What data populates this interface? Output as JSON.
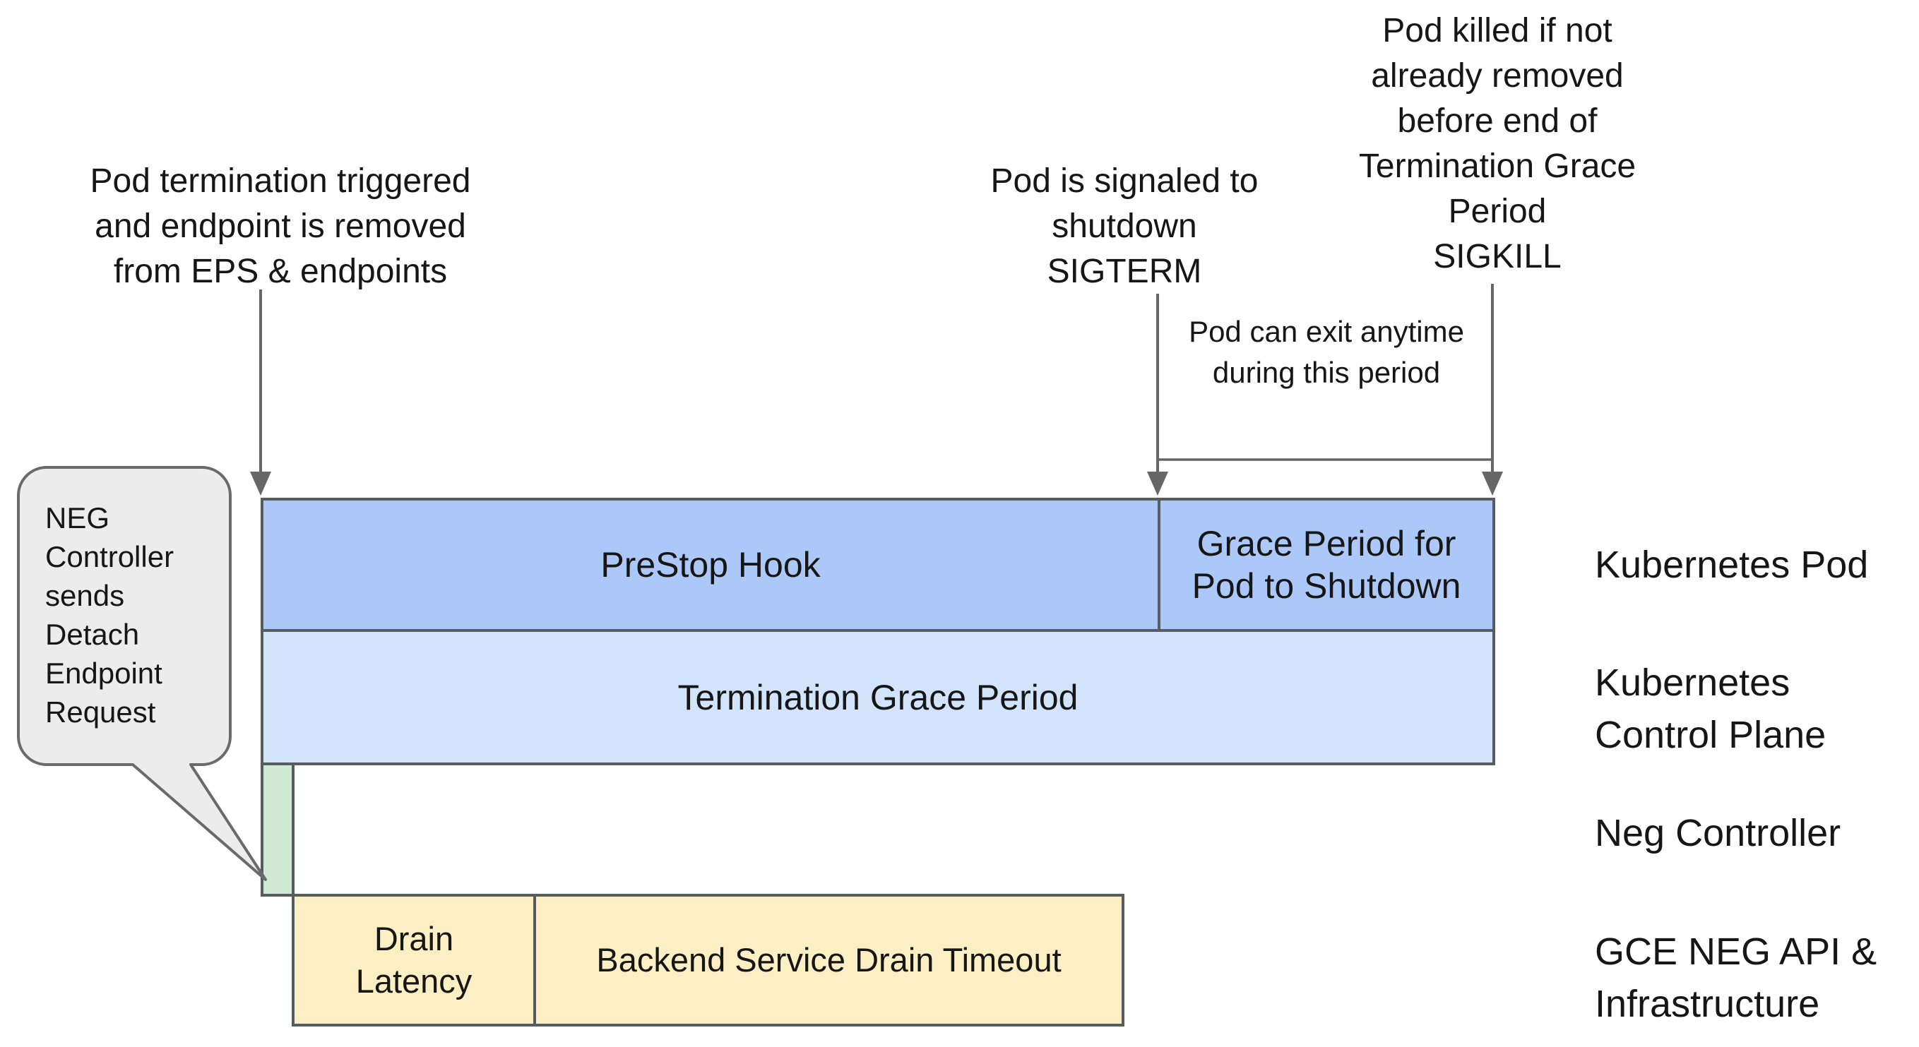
{
  "colors": {
    "bar_border": "#575c61",
    "arrow": "#666666",
    "blue_dark": "#abc8f8",
    "blue_light": "#d2e3fc",
    "green": "#cfe9d4",
    "yellow": "#fbefc3",
    "bubble_fill": "#ececec",
    "bubble_border": "#6a6a6a",
    "text": "#161616"
  },
  "annotations": {
    "pod_termination": "Pod termination triggered\nand endpoint is removed\nfrom EPS & endpoints",
    "pod_signaled": "Pod is signaled to\nshutdown\nSIGTERM",
    "pod_killed": "Pod killed if not\nalready removed\nbefore end of\nTermination Grace\nPeriod\nSIGKILL",
    "pod_can_exit": "Pod can exit anytime\nduring this period"
  },
  "callout": {
    "text": "NEG\nController\nsends\nDetach\nEndpoint\nRequest"
  },
  "bars": {
    "prestop_hook": "PreStop Hook",
    "grace_period": "Grace Period for\nPod to Shutdown",
    "termination_grace_period": "Termination Grace Period",
    "drain_latency": "Drain\nLatency",
    "backend_drain_timeout": "Backend Service Drain Timeout"
  },
  "lane_labels": {
    "kubernetes_pod": "Kubernetes Pod",
    "kubernetes_control_plane": "Kubernetes\nControl Plane",
    "neg_controller": "Neg Controller",
    "gce_neg_api": "GCE NEG API &\nInfrastructure"
  }
}
